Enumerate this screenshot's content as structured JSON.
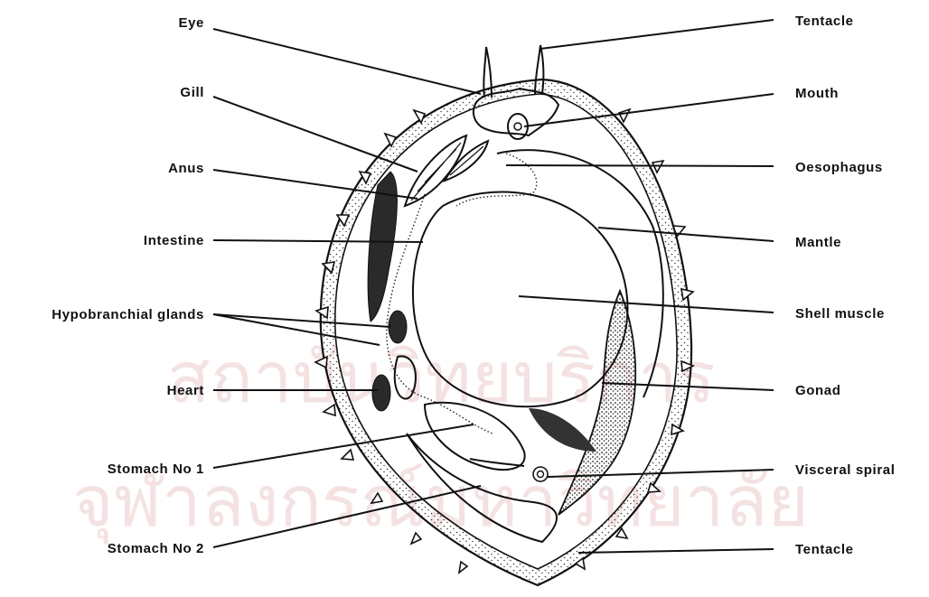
{
  "watermark": {
    "line1": "สถาบันวิทยบริการ",
    "line2": "จุฬาลงกรณ์มหาวิทยาลัย"
  },
  "labels": {
    "eye": "Eye",
    "gill": "Gill",
    "anus": "Anus",
    "intestine": "Intestine",
    "hypobranchial": "Hypobranchial glands",
    "heart": "Heart",
    "stomach1": "Stomach No 1",
    "stomach2": "Stomach No 2",
    "tentacle_top": "Tentacle",
    "mouth": "Mouth",
    "oesophagus": "Oesophagus",
    "mantle": "Mantle",
    "shell_muscle": "Shell muscle",
    "gonad": "Gonad",
    "visceral_spiral": "Visceral spiral",
    "tentacle_bottom": "Tentacle"
  },
  "colors": {
    "ink": "#111111",
    "watermark": "#f3dede"
  }
}
